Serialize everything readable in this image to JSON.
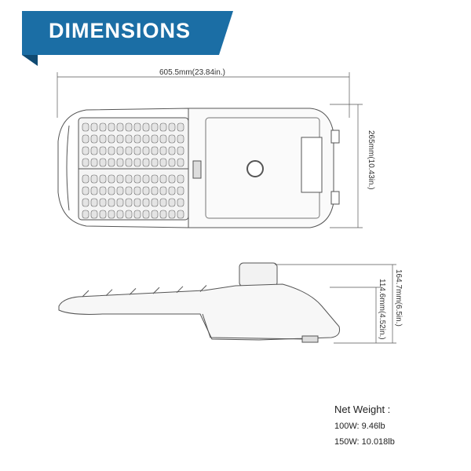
{
  "banner": {
    "title": "DIMENSIONS",
    "color": "#1b6ea5",
    "fold_color": "#0f4a72"
  },
  "dimensions": {
    "length": "605.5mm(23.84in.)",
    "width": "265mm(10.43in.)",
    "body_height": "114.6mm(4.52in.)",
    "total_height": "164.7mm(6.5in.)"
  },
  "weight": {
    "title": "Net Weight  :",
    "items": [
      "100W: 9.46lb",
      "150W: 10.018lb"
    ]
  }
}
